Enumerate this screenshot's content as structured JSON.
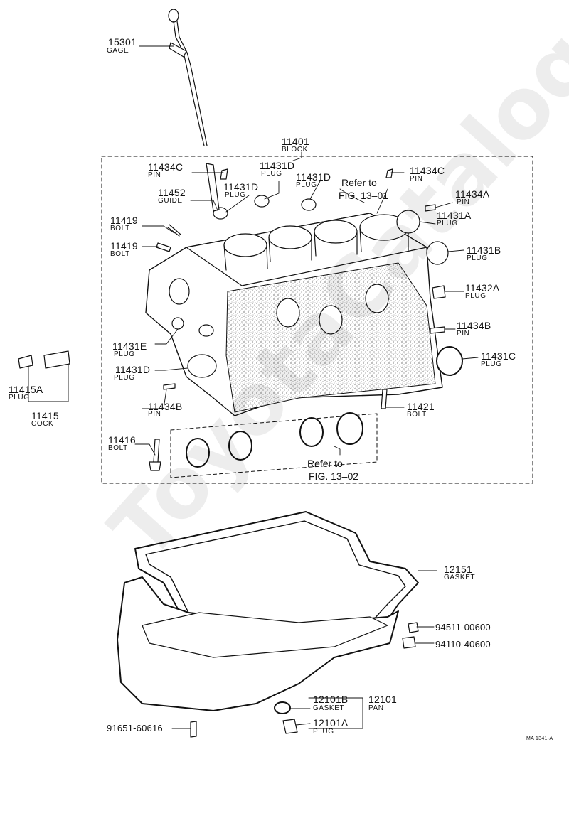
{
  "watermark": "ToyotaCatalog.ru",
  "figure_code": "MA 1341-A",
  "parts": {
    "gage": {
      "number": "15301",
      "name": "GAGE"
    },
    "block": {
      "number": "11401",
      "name": "BLOCK"
    },
    "pin_11434c_left": {
      "number": "11434C",
      "name": "PIN"
    },
    "plug_11431d_top": {
      "number": "11431D",
      "name": "PLUG"
    },
    "plug_11431d_mid": {
      "number": "11431D",
      "name": "PLUG"
    },
    "plug_11431d_right": {
      "number": "11431D",
      "name": "PLUG"
    },
    "pin_11434c_right": {
      "number": "11434C",
      "name": "PIN"
    },
    "guide": {
      "number": "11452",
      "name": "GUIDE"
    },
    "pin_11434a": {
      "number": "11434A",
      "name": "PIN"
    },
    "plug_11431a": {
      "number": "11431A",
      "name": "PLUG"
    },
    "bolt_11419_a": {
      "number": "11419",
      "name": "BOLT"
    },
    "bolt_11419_b": {
      "number": "11419",
      "name": "BOLT"
    },
    "plug_11431b": {
      "number": "11431B",
      "name": "PLUG"
    },
    "plug_11432a": {
      "number": "11432A",
      "name": "PLUG"
    },
    "pin_11434b_right": {
      "number": "11434B",
      "name": "PIN"
    },
    "plug_11431e": {
      "number": "11431E",
      "name": "PLUG"
    },
    "plug_11431c": {
      "number": "11431C",
      "name": "PLUG"
    },
    "plug_11415a": {
      "number": "11415A",
      "name": "PLUG"
    },
    "plug_11431d_low": {
      "number": "11431D",
      "name": "PLUG"
    },
    "pin_11434b_left": {
      "number": "11434B",
      "name": "PIN"
    },
    "cock": {
      "number": "11415",
      "name": "COCK"
    },
    "bolt_11421": {
      "number": "11421",
      "name": "BOLT"
    },
    "bolt_11416": {
      "number": "11416",
      "name": "BOLT"
    },
    "gasket_12151": {
      "number": "12151",
      "name": "GASKET"
    },
    "nut_94511": {
      "number": "94511-00600"
    },
    "nut_94110": {
      "number": "94110-40600"
    },
    "gasket_12101b": {
      "number": "12101B",
      "name": "GASKET"
    },
    "pan_12101": {
      "number": "12101",
      "name": "PAN"
    },
    "plug_12101a": {
      "number": "12101A",
      "name": "PLUG"
    },
    "bolt_91651": {
      "number": "91651-60616"
    }
  },
  "references": {
    "fig_13_01": {
      "line1": "Refer to",
      "line2": "FIG. 13–01"
    },
    "fig_13_02": {
      "line1": "Refer to",
      "line2": "FIG. 13–02"
    }
  }
}
